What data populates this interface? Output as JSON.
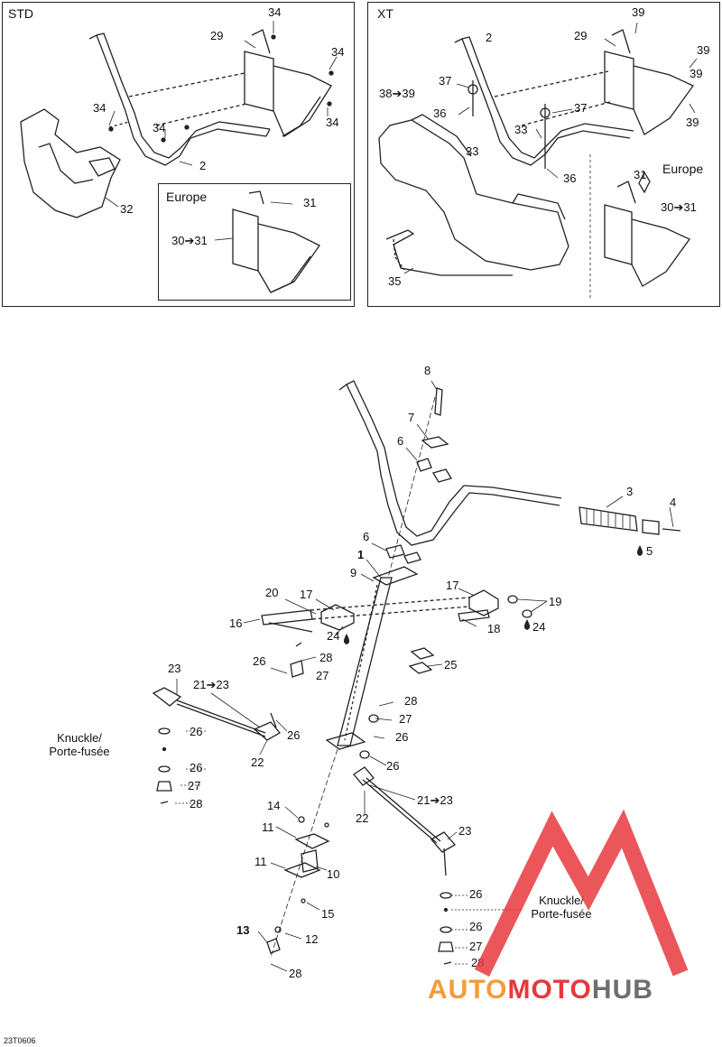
{
  "panels": {
    "std": {
      "title": "STD",
      "europe_label": "Europe"
    },
    "xt": {
      "title": "XT",
      "europe_label": "Europe"
    }
  },
  "std_callouts": {
    "c34a": "34",
    "c29": "29",
    "c34b": "34",
    "c34c": "34",
    "c34d": "34",
    "c34e": "34",
    "c2": "2",
    "c32": "32",
    "c31": "31",
    "c30_31": "30➔31"
  },
  "xt_callouts": {
    "c39a": "39",
    "c2": "2",
    "c29": "29",
    "c39b": "39",
    "c37a": "37",
    "c38_39": "38➔39",
    "c36a": "36",
    "c37b": "37",
    "c33a": "33",
    "c33b": "33",
    "c39c": "39",
    "c39d": "39",
    "c36b": "36",
    "c31": "31",
    "c30_31": "30➔31",
    "c35": "35"
  },
  "main_callouts": {
    "c8": "8",
    "c7": "7",
    "c6a": "6",
    "c3": "3",
    "c4": "4",
    "c5": "5",
    "c6b": "6",
    "c1": "1",
    "c9": "9",
    "c20": "20",
    "c17a": "17",
    "c17b": "17",
    "c19": "19",
    "c16": "16",
    "c18": "18",
    "c24a": "24",
    "c24b": "24",
    "c28a": "28",
    "c26a": "26",
    "c27a": "27",
    "c25": "25",
    "c23a": "23",
    "c21_23a": "21➔23",
    "c28b": "28",
    "c27b": "27",
    "c26b": "26",
    "c26c": "26",
    "c26d": "26",
    "c22a": "22",
    "c26e": "26",
    "c27c": "27",
    "c28c": "28",
    "c21_23b": "21➔23",
    "c22b": "22",
    "c23b": "23",
    "c14": "14",
    "c11a": "11",
    "c11b": "11",
    "c10": "10",
    "c15": "15",
    "c13": "13",
    "c12": "12",
    "c28d": "28",
    "c26f": "26",
    "c26g": "26",
    "c27d": "27",
    "c28e": "28"
  },
  "knuckle_left": "Knuckle/\nPorte-fusée",
  "knuckle_right": "Knuckle/\nPorte-fusée",
  "watermark": {
    "part1": "AUTO",
    "part2": "MOTO",
    "part3": "HUB"
  },
  "diagram_code": "23T0606",
  "colors": {
    "line": "#222222",
    "watermark_red": "#e8383d",
    "watermark_orange": "#f39c3a",
    "watermark_gray": "#6d6e71"
  }
}
